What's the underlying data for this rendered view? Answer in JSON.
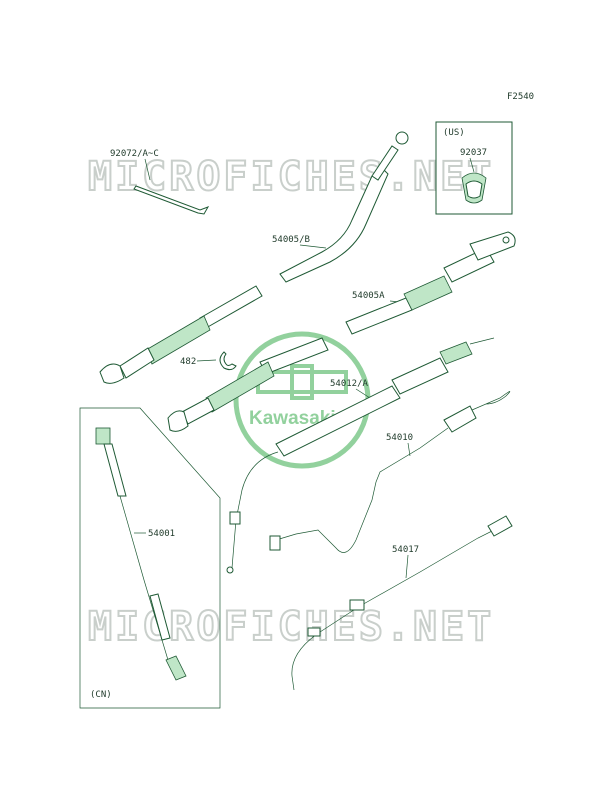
{
  "figure_code": "F2540",
  "watermark": "MICROFICHES.NET",
  "logo": {
    "text": "Kawasaki",
    "color": "#7fc98d"
  },
  "accent_color": "#1f5a35",
  "parts": [
    {
      "id": "92072/A~C"
    },
    {
      "id": "54005/B"
    },
    {
      "id": "92037"
    },
    {
      "id": "54005A"
    },
    {
      "id": "482"
    },
    {
      "id": "54012/A"
    },
    {
      "id": "54010"
    },
    {
      "id": "54001"
    },
    {
      "id": "54017"
    }
  ],
  "regions": {
    "us": "(US)",
    "cn": "(CN)"
  }
}
